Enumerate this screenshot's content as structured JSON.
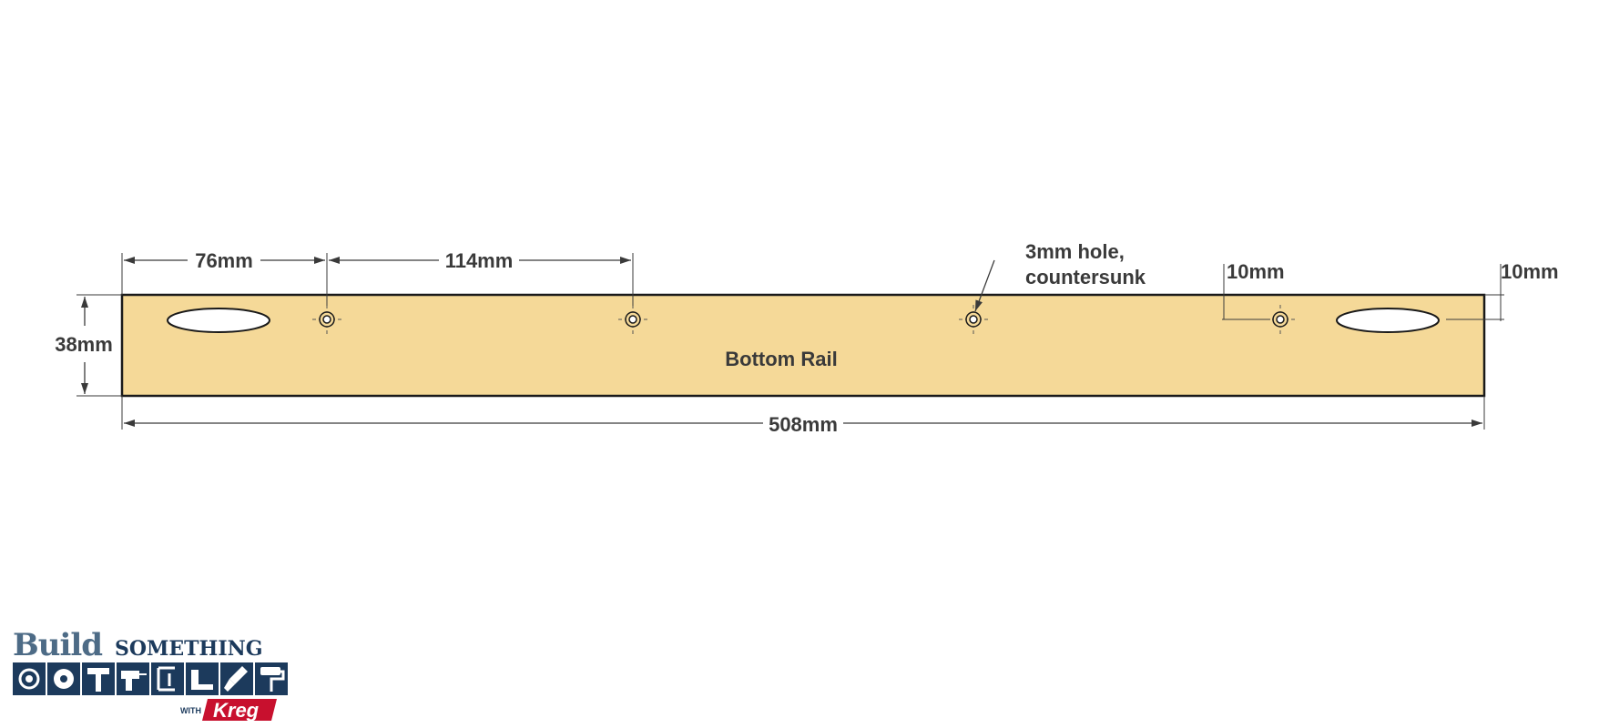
{
  "colors": {
    "board_fill": "#f5d998",
    "outline": "#1a1a1a",
    "dimension": "#3a3a3a",
    "logo_dark": "#1c3a5c",
    "logo_mid": "#4d6b86",
    "kreg_red": "#c8102e"
  },
  "part": {
    "name": "Bottom Rail",
    "length_label": "508mm",
    "width_label": "38mm"
  },
  "dimensions": {
    "first_hole_offset": "76mm",
    "hole_spacing": "114mm",
    "hole_edge_offset_x": "10mm",
    "hole_edge_offset_y": "10mm"
  },
  "callout": {
    "line1": "3mm hole,",
    "line2": "countersunk"
  },
  "features": {
    "pocket_holes": 2,
    "countersunk_holes": 4
  },
  "logo": {
    "build": "Build",
    "something": "SOMETHING",
    "with": "WITH",
    "brand": "Kreg",
    "icons": [
      "ring-saw-icon",
      "saw-blade-icon",
      "hammer-icon",
      "drill-icon",
      "clamp-icon",
      "square-icon",
      "paintbrush-icon",
      "paint-roller-icon"
    ]
  }
}
